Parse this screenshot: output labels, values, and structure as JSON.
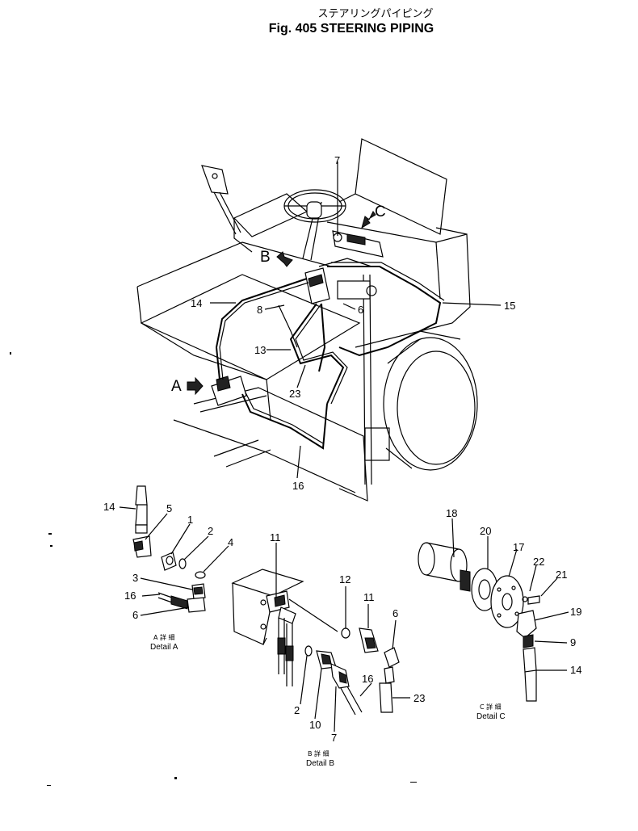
{
  "title": {
    "japanese": "ステアリングパイピング",
    "english": "Fig. 405  STEERING  PIPING"
  },
  "view_labels": {
    "A": "A",
    "B": "B",
    "C": "C"
  },
  "callouts_main": {
    "c7": "7",
    "c14": "14",
    "c8": "8",
    "c6": "6",
    "c15": "15",
    "c13": "13",
    "c23": "23",
    "c16": "16"
  },
  "detail_a": {
    "numbers": {
      "c14": "14",
      "c5": "5",
      "c1": "1",
      "c2": "2",
      "c4": "4",
      "c3": "3",
      "c16": "16",
      "c6": "6"
    },
    "caption_jp": "A 詳 細",
    "caption_en": "Detail A"
  },
  "detail_b": {
    "numbers": {
      "c11a": "11",
      "c12": "12",
      "c11b": "11",
      "c6": "6",
      "c16": "16",
      "c23": "23",
      "c2": "2",
      "c10": "10",
      "c7": "7"
    },
    "caption_jp": "B 詳 細",
    "caption_en": "Detail B"
  },
  "detail_c": {
    "numbers": {
      "c18": "18",
      "c20": "20",
      "c17": "17",
      "c22": "22",
      "c21": "21",
      "c19": "19",
      "c9": "9",
      "c14": "14"
    },
    "caption_jp": "C 詳 細",
    "caption_en": "Detail C"
  }
}
